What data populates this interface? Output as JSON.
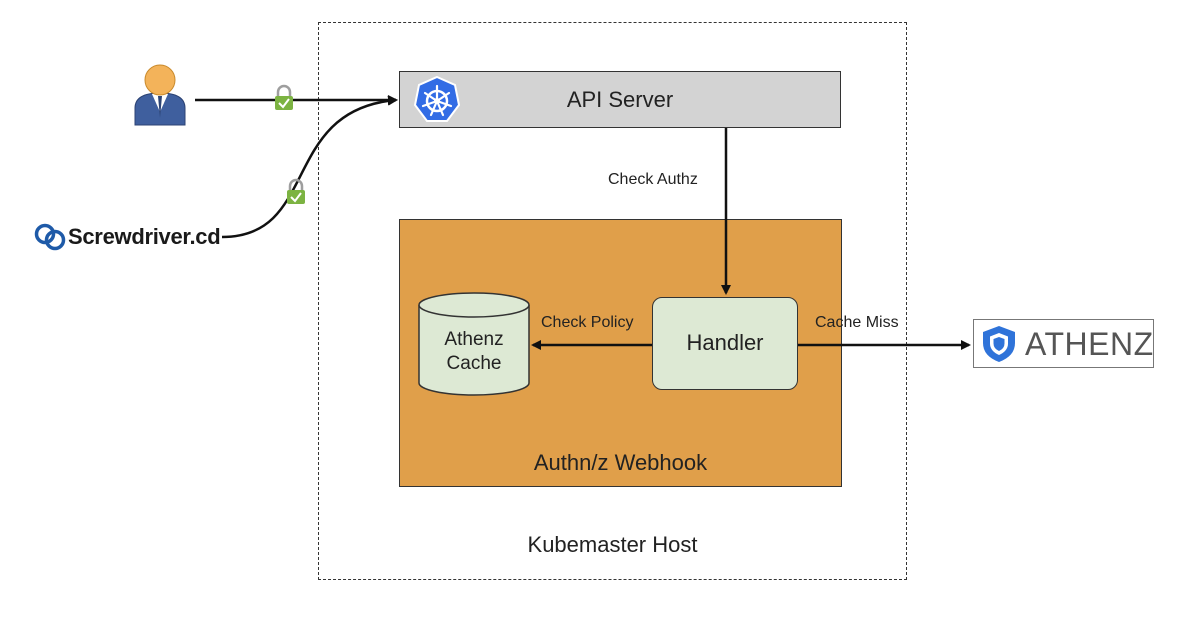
{
  "diagram": {
    "host_label": "Kubemaster Host",
    "api_server_label": "API Server",
    "webhook_label": "Authn/z Webhook",
    "handler_label": "Handler",
    "cache_label_line1": "Athenz",
    "cache_label_line2": "Cache",
    "edge_check_authz": "Check Authz",
    "edge_check_policy": "Check Policy",
    "edge_cache_miss": "Cache Miss",
    "screwdriver_logo_text": "Screwdriver.cd",
    "athenz_logo_text": "ATHENZ"
  },
  "colors": {
    "api_server_fill": "#d3d3d3",
    "webhook_fill": "#e09f4a",
    "node_fill": "#dde9d4",
    "lock_green": "#7cb342",
    "k8s_blue": "#326ce5",
    "athenz_blue": "#2f73d9"
  },
  "icons": [
    "user-icon",
    "lock-icon",
    "kubernetes-icon",
    "screwdriver-logo-icon",
    "athenz-shield-icon",
    "database-cylinder-icon"
  ]
}
